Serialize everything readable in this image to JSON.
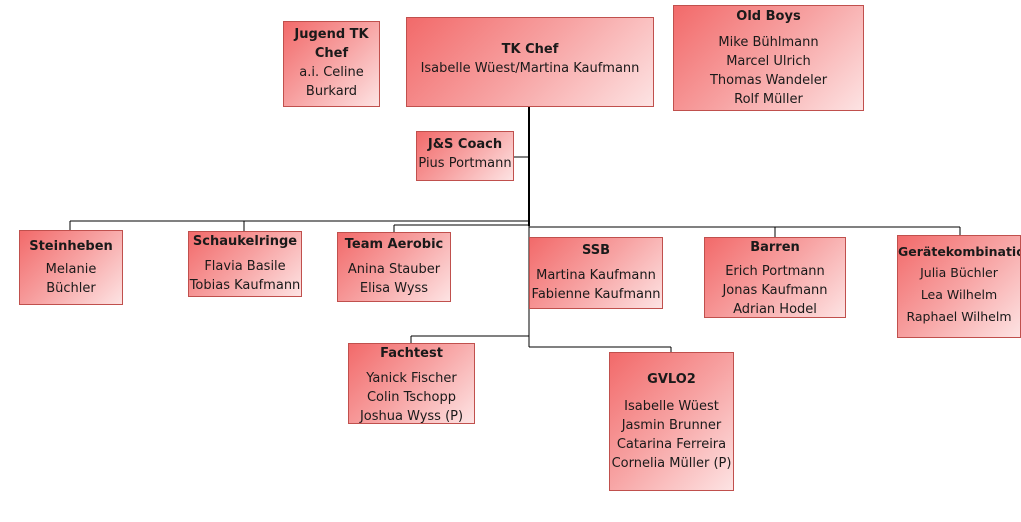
{
  "units": [
    {
      "key": "jugend",
      "title": "Jugend TK Chef",
      "members": [
        "a.i. Celine",
        "Burkard"
      ]
    },
    {
      "key": "tkchef",
      "title": "TK Chef",
      "members": [
        "Isabelle Wüest/Martina Kaufmann"
      ]
    },
    {
      "key": "oldboys",
      "title": "Old Boys",
      "members": [
        "Mike Bühlmann",
        "Marcel Ulrich",
        "Thomas Wandeler",
        "Rolf Müller"
      ]
    },
    {
      "key": "js",
      "title": "J&S Coach",
      "members": [
        "Pius Portmann"
      ]
    },
    {
      "key": "steinheben",
      "title": "Steinheben",
      "members": [
        "Melanie",
        "Büchler"
      ]
    },
    {
      "key": "schaukelringe",
      "title": "Schaukelringe",
      "members": [
        "Flavia Basile",
        "Tobias Kaufmann"
      ]
    },
    {
      "key": "aerobic",
      "title": "Team Aerobic",
      "members": [
        "Anina Stauber",
        "Elisa Wyss"
      ]
    },
    {
      "key": "ssb",
      "title": "SSB",
      "members": [
        "Martina Kaufmann",
        "Fabienne Kaufmann"
      ]
    },
    {
      "key": "barren",
      "title": "Barren",
      "members": [
        "Erich Portmann",
        "Jonas Kaufmann",
        "Adrian Hodel"
      ]
    },
    {
      "key": "geraete",
      "title": "Gerätekombination",
      "members": [
        "Julia Büchler",
        "Lea Wilhelm",
        "Raphael Wilhelm"
      ]
    },
    {
      "key": "fachtest",
      "title": "Fachtest",
      "members": [
        "Yanick Fischer",
        "Colin Tschopp",
        "Joshua Wyss (P)"
      ]
    },
    {
      "key": "gvlo2",
      "title": "GVLO2",
      "members": [
        "Isabelle Wüest",
        "Jasmin Brunner",
        "Catarina Ferreira",
        "Cornelia Müller (P)"
      ]
    }
  ],
  "colors": {
    "fill_dark": "#f26a6a",
    "fill_light": "#fde3e3",
    "border": "#c0504d",
    "line": "#000000"
  }
}
